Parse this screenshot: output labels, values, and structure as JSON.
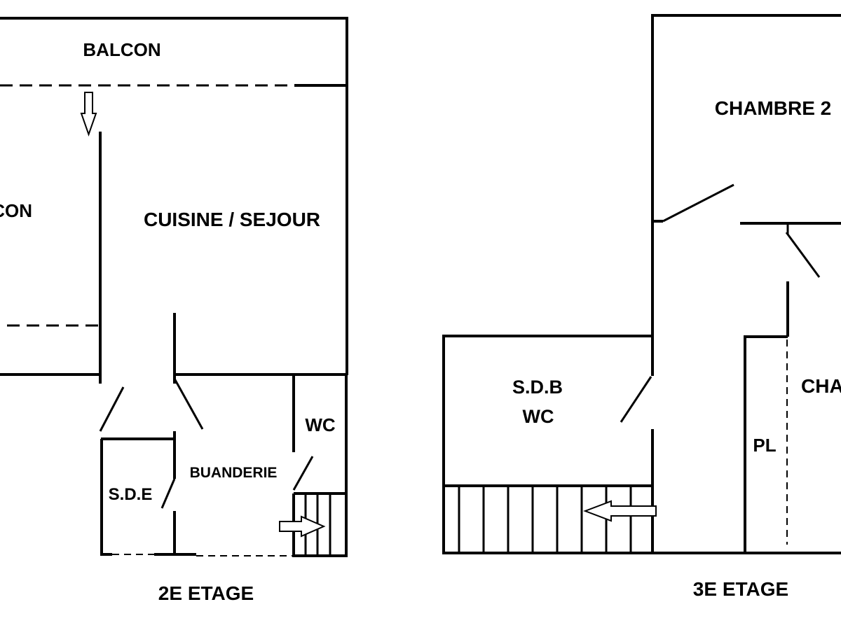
{
  "floor_2": {
    "title": "2E ETAGE",
    "rooms": {
      "balcon_top": "BALCON",
      "balcon_left": "ALCON",
      "cuisine_sejour": "CUISINE / SEJOUR",
      "wc": "WC",
      "buanderie": "BUANDERIE",
      "sde": "S.D.E"
    }
  },
  "floor_3": {
    "title": "3E ETAGE",
    "rooms": {
      "chambre_2": "CHAMBRE 2",
      "sdb": "S.D.B",
      "sdb_wc": "WC",
      "chambre_right": "CHA",
      "pl": "PL"
    }
  }
}
